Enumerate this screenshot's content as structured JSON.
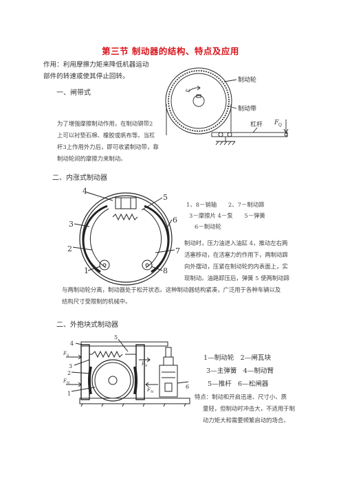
{
  "page": {
    "title": "第三节 制动器的结构、特点及应用",
    "intro": [
      "作用：利用摩擦力矩来降低机器运动",
      "部件的转速或使其停止回转。"
    ]
  },
  "band": {
    "heading": "一、闸带式",
    "para": [
      "为了增强摩擦制动作用，在制动钢带2",
      "上可以衬垫石棉、橡胶或帆布等。当杠",
      "杆3上作用外力后，即可收紧制动带，靠",
      "制动轮间的摩擦力来制动。"
    ],
    "labels": {
      "wheel": "制动轮",
      "band": "制动带",
      "lever": "杠杆",
      "omega": "ω",
      "force": "F",
      "force_sub": "Q"
    }
  },
  "internal": {
    "heading": "二、内涨式制动器",
    "legend": [
      "1、8－销轴　　2、7－制动蹄",
      "3－摩擦片 4－泵　　5－弹簧",
      "6－制动轮"
    ],
    "desc": [
      "制动时，压力油进入油缸 4，推动左右两",
      "活塞移动，在活塞力的作用下，两制动蹄",
      "向外摆动，压紧在制动轮的内表面上，实",
      "现制动。油路卸压后，弹簧 5 使两制动蹄"
    ],
    "desc_full": [
      "与两制动轮分离，制动器处于松开状态。这种制动器结构紧凑，广泛用于各种车辆以及",
      "结构尺寸受限制的机械中。"
    ],
    "nums": [
      "1",
      "2",
      "3",
      "4",
      "5",
      "6",
      "7",
      "8"
    ]
  },
  "external": {
    "heading": "二、外抱块式制动器",
    "legend": [
      [
        "1—制动轮",
        "2—闸瓦块"
      ],
      [
        "3—主弹簧",
        "4—制动臂"
      ],
      [
        "5—推杆",
        "6—松闸器"
      ]
    ],
    "desc": [
      "特点：制动和开启迅速、尺寸小、质",
      "量轻，但制动时冲击大，不适用于制",
      "动力矩大和需要频繁启动的场合。"
    ],
    "nums": [
      "1",
      "2",
      "3",
      "4",
      "5",
      "6"
    ],
    "forces": {
      "fs": "F",
      "fs_sub": "S",
      "fn": "F",
      "fn_sub": "N"
    }
  },
  "colors": {
    "title": "#d8141c",
    "text": "#333333",
    "line": "#222222"
  }
}
